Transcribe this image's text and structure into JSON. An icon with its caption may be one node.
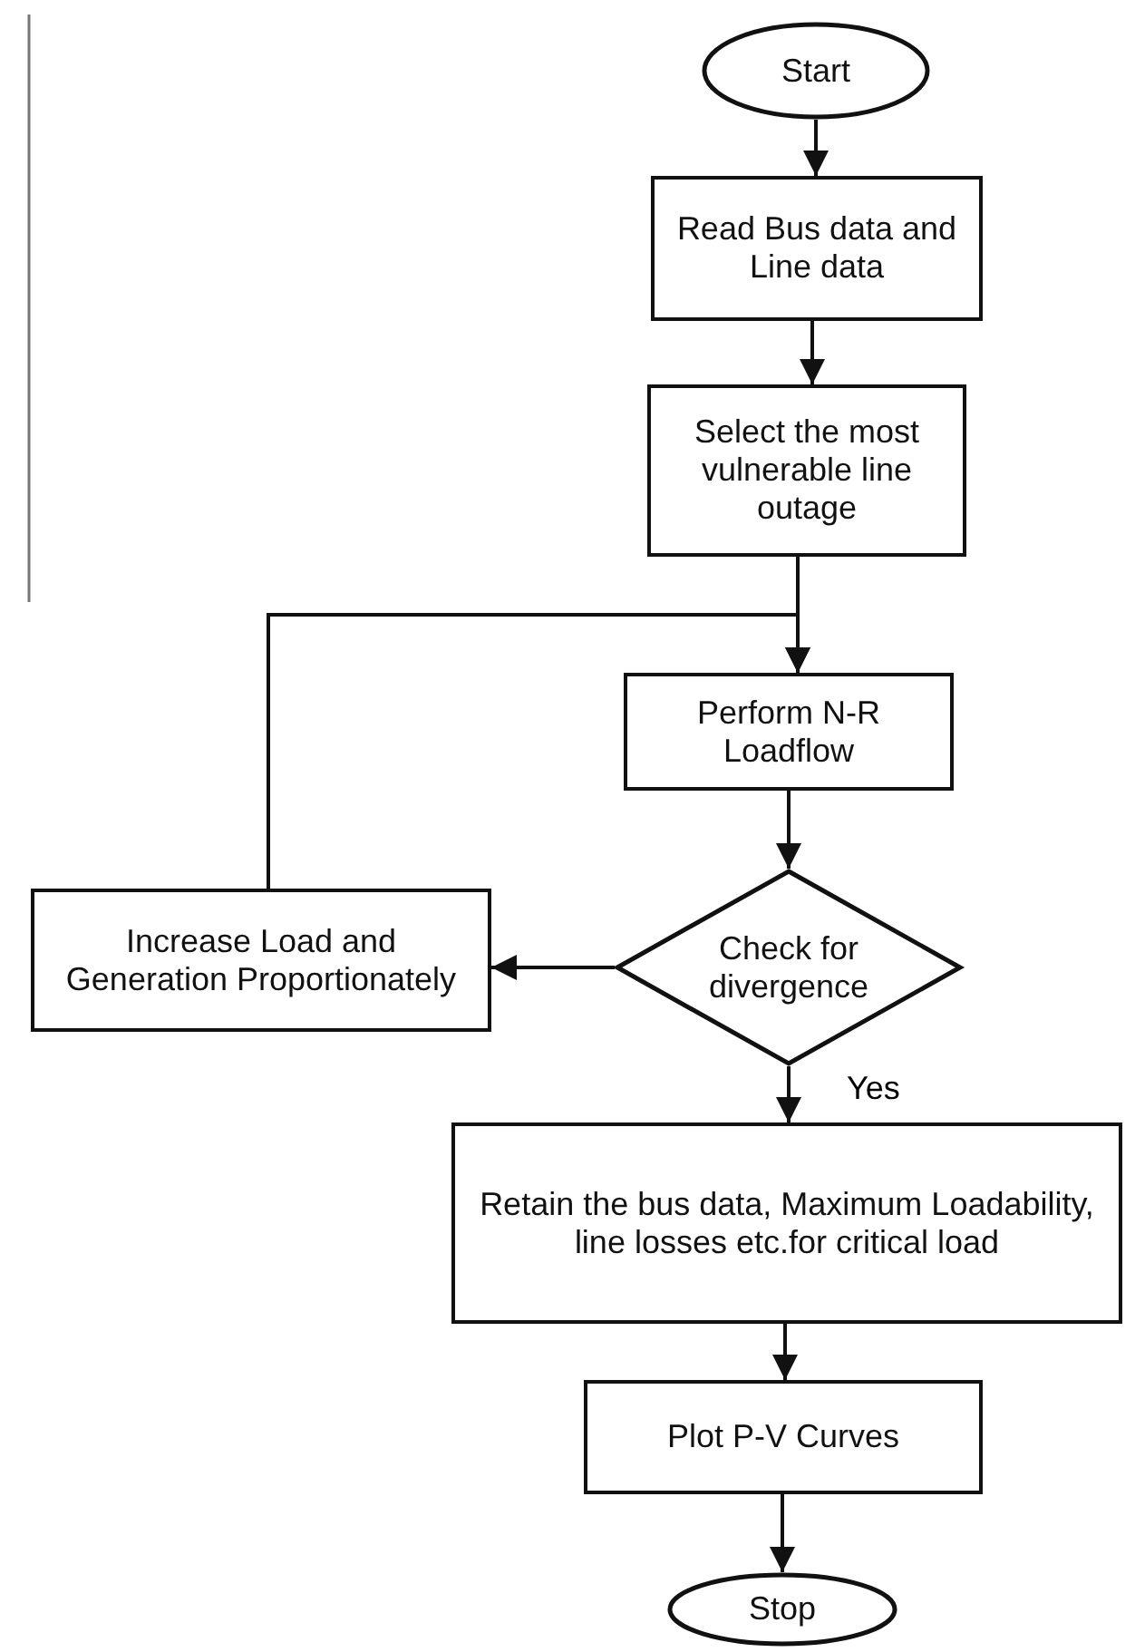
{
  "diagram": {
    "nodes": [
      {
        "text": [
          "Start"
        ]
      },
      {
        "text": [
          "Read Bus data and Line data"
        ]
      },
      {
        "text": [
          "Select the most vulnerable line outage"
        ]
      },
      {
        "text": [
          "Perform N-R Loadflow"
        ]
      },
      {
        "text": [
          "Check for divergence"
        ]
      },
      {
        "text": [
          "Increase Load and Generation Proportionately"
        ]
      },
      {
        "text": [
          "Retain the bus data, Maximum Loadability, line losses etc.for critical load"
        ]
      },
      {
        "text": [
          "Plot P-V Curves"
        ]
      },
      {
        "text": [
          "Stop"
        ]
      }
    ],
    "edges": [
      {
        "from": 0,
        "to": 1,
        "arrow": "to"
      },
      {
        "from": 1,
        "to": 2,
        "arrow": "to"
      },
      {
        "from": 2,
        "to": 3,
        "arrow": "to"
      },
      {
        "from": 3,
        "to": 4,
        "arrow": "to"
      },
      {
        "from": 4,
        "to": 5,
        "arrow": "to"
      },
      {
        "from": 5,
        "to": 3,
        "arrow": "to"
      },
      {
        "from": 4,
        "to": 6,
        "arrow": "to"
      },
      {
        "from": 6,
        "to": 7,
        "arrow": "to"
      },
      {
        "from": 7,
        "to": 8,
        "arrow": "to"
      }
    ],
    "labels": [
      "Yes"
    ]
  }
}
